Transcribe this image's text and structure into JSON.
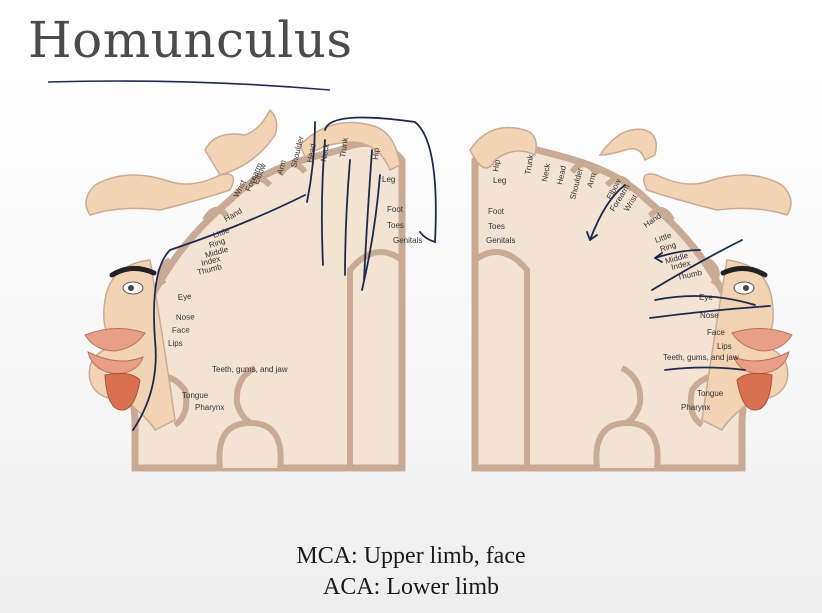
{
  "slide": {
    "title": "Homunculus",
    "caption_line_1": "MCA: Upper limb, face",
    "caption_line_2": "ACA: Lower limb"
  },
  "left_figure": {
    "labels": [
      "Hip",
      "Trunk",
      "Neck",
      "Head",
      "Shoulder",
      "Arm",
      "Elbow",
      "Forearm",
      "Wrist",
      "Hand",
      "Little",
      "Ring",
      "Middle",
      "Index",
      "Thumb",
      "Eye",
      "Nose",
      "Face",
      "Lips",
      "Teeth, gums, and jaw",
      "Tongue",
      "Pharynx",
      "Leg",
      "Foot",
      "Toes",
      "Genitals"
    ]
  },
  "right_figure": {
    "labels": [
      "Hip",
      "Leg",
      "Trunk",
      "Neck",
      "Head",
      "Shoulder",
      "Arm",
      "Elbow",
      "Forearm",
      "Wrist",
      "Hand",
      "Little",
      "Ring",
      "Middle",
      "Index",
      "Thumb",
      "Eye",
      "Nose",
      "Face",
      "Lips",
      "Teeth, gums, and jaw",
      "Tongue",
      "Pharynx",
      "Foot",
      "Toes",
      "Genitals"
    ]
  },
  "colors": {
    "skin": "#f2d3b3",
    "brain": "#f3e3d3",
    "outline": "#c9ab95",
    "lips": "#e89f85",
    "tongue": "#d9704f",
    "ink": "#1d2a50"
  }
}
